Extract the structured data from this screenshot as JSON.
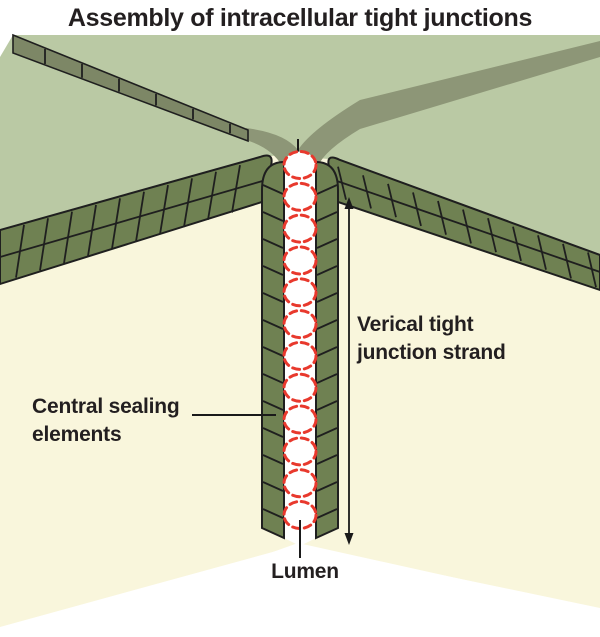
{
  "title": "Assembly of intracellular tight junctions",
  "labels": {
    "vertical_strand": {
      "line1": "Verical tight",
      "line2": "junction strand"
    },
    "central_sealing": {
      "line1": "Central sealing",
      "line2": "elements"
    },
    "lumen": "Lumen"
  },
  "sealing_elements": {
    "count": 12
  },
  "colors": {
    "surface_green": "#bac9a4",
    "groove_green": "#8d9677",
    "strand_gray_green": "#7d8766",
    "brick_olive": "#6f8152",
    "brick_outline": "#1f1f1f",
    "wall_cream": "#f9f6dc",
    "lumen_white": "#ffffff",
    "sealing_red": "#e8392d",
    "ink": "#231f20",
    "line_black": "#1a1a1a"
  }
}
